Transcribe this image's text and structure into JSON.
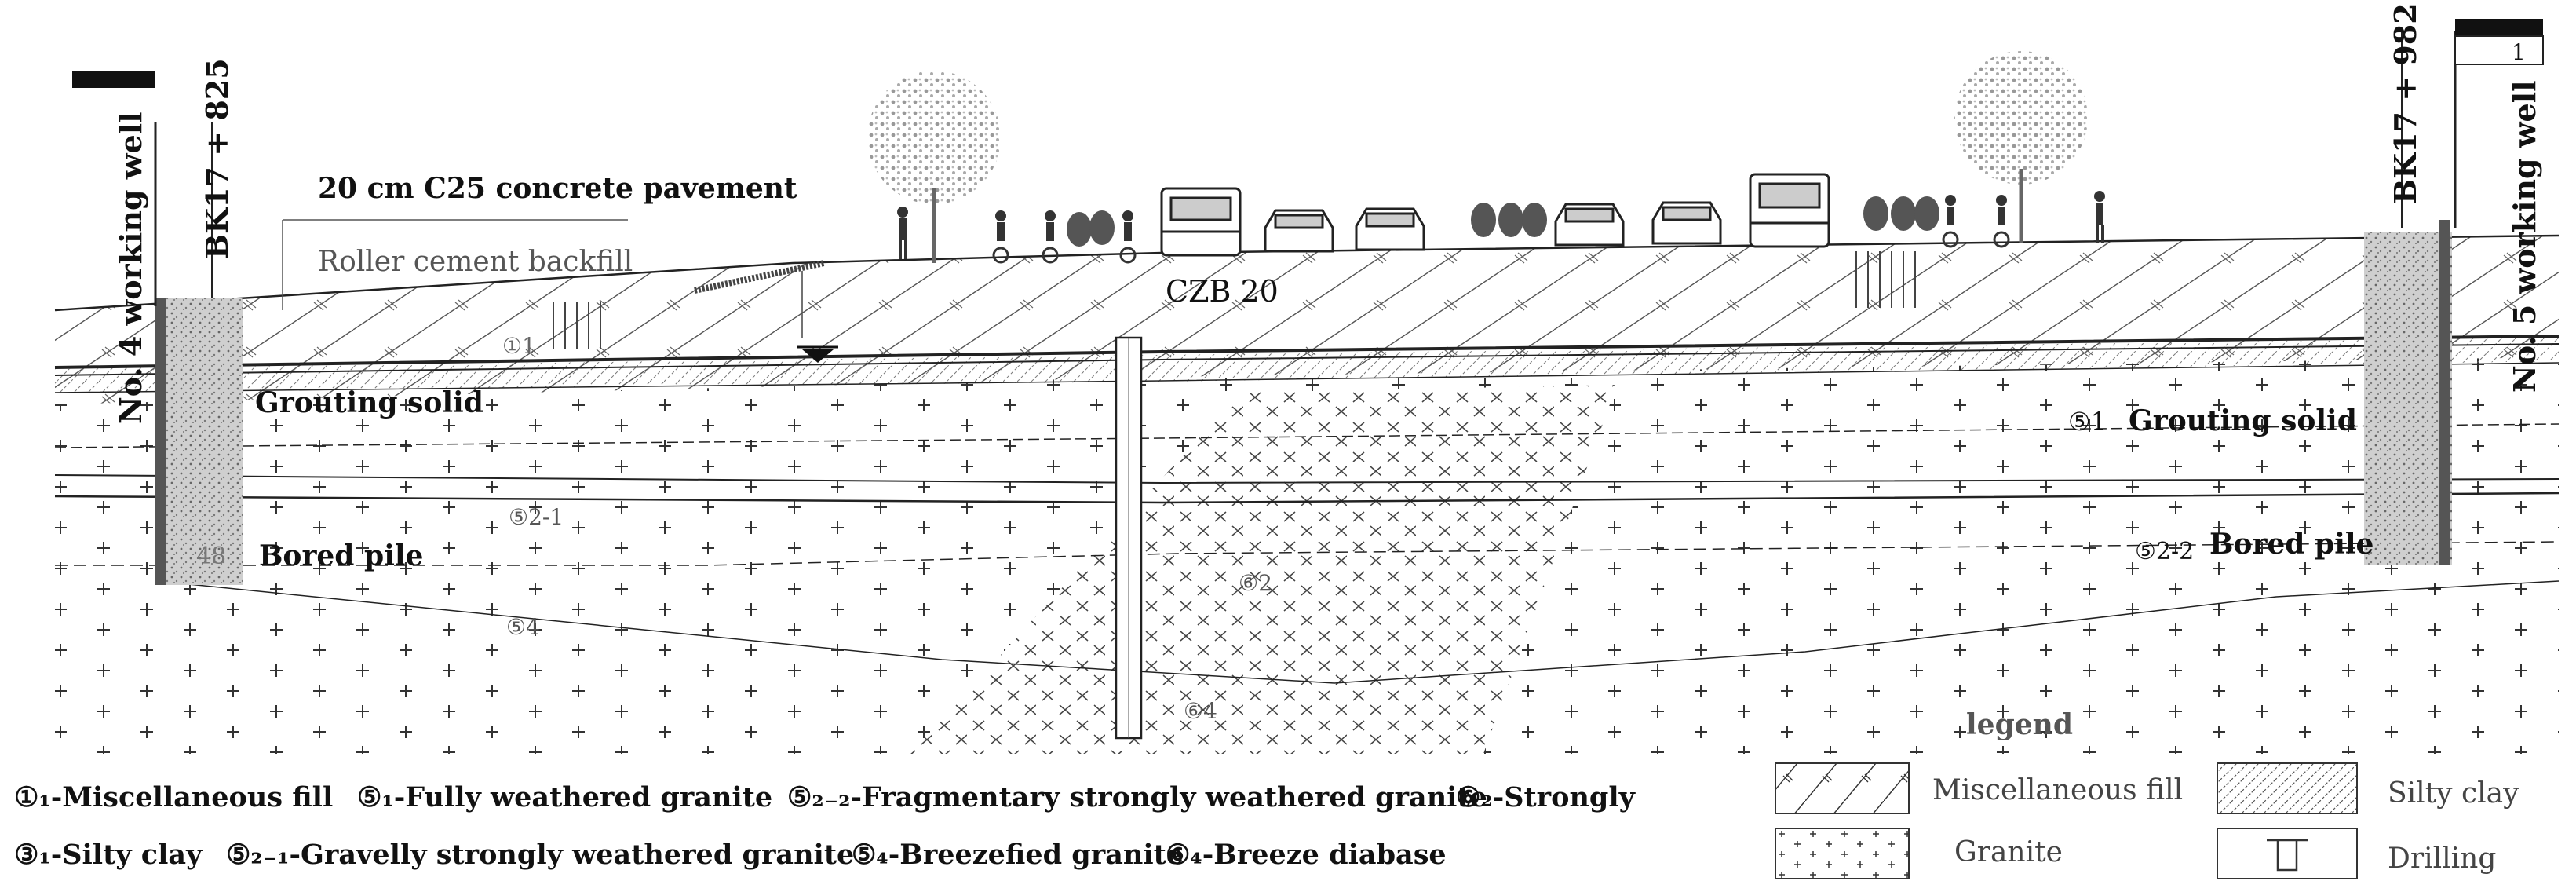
{
  "section": {
    "left_well_label": "No. 4 working well",
    "left_chainage": "BK17 + 825",
    "right_well_label": "No. 5 working well",
    "right_chainage": "BK17 + 982",
    "right_flag_number": "1",
    "pavement_label": "20 cm C25 concrete pavement",
    "backfill_label": "Roller cement backfill",
    "borehole_label": "CZB 20",
    "grouting_left": "Grouting solid",
    "grouting_right": "Grouting solid",
    "bored_pile_left": "Bored pile",
    "bored_pile_right": "Bored pile",
    "left_pile_note": "48",
    "circled_layer_labels": {
      "fill": "①1",
      "gravelly": "⑤2-1",
      "breeze_granite": "⑤4",
      "diabase_strong": "⑥2",
      "diabase_breeze": "⑥4",
      "grout_right": "⑤1",
      "pile_right": "⑤2-2"
    }
  },
  "legend_text": {
    "items_line1": [
      "①₁-Miscellaneous fill",
      "⑤₁-Fully weathered granite",
      "⑤₂₋₂-Fragmentary strongly weathered granite",
      "⑥₂-Strongly"
    ],
    "items_line2": [
      "③₁-Silty clay",
      "⑤₂₋₁-Gravelly strongly weathered granite",
      "⑤₄-Breezefied granite",
      "⑥₄-Breeze diabase"
    ]
  },
  "legend": {
    "title": "legend",
    "misc_fill": "Miscellaneous fill",
    "silty_clay": "Silty clay",
    "granite": "Granite",
    "drilling": "Drilling"
  }
}
